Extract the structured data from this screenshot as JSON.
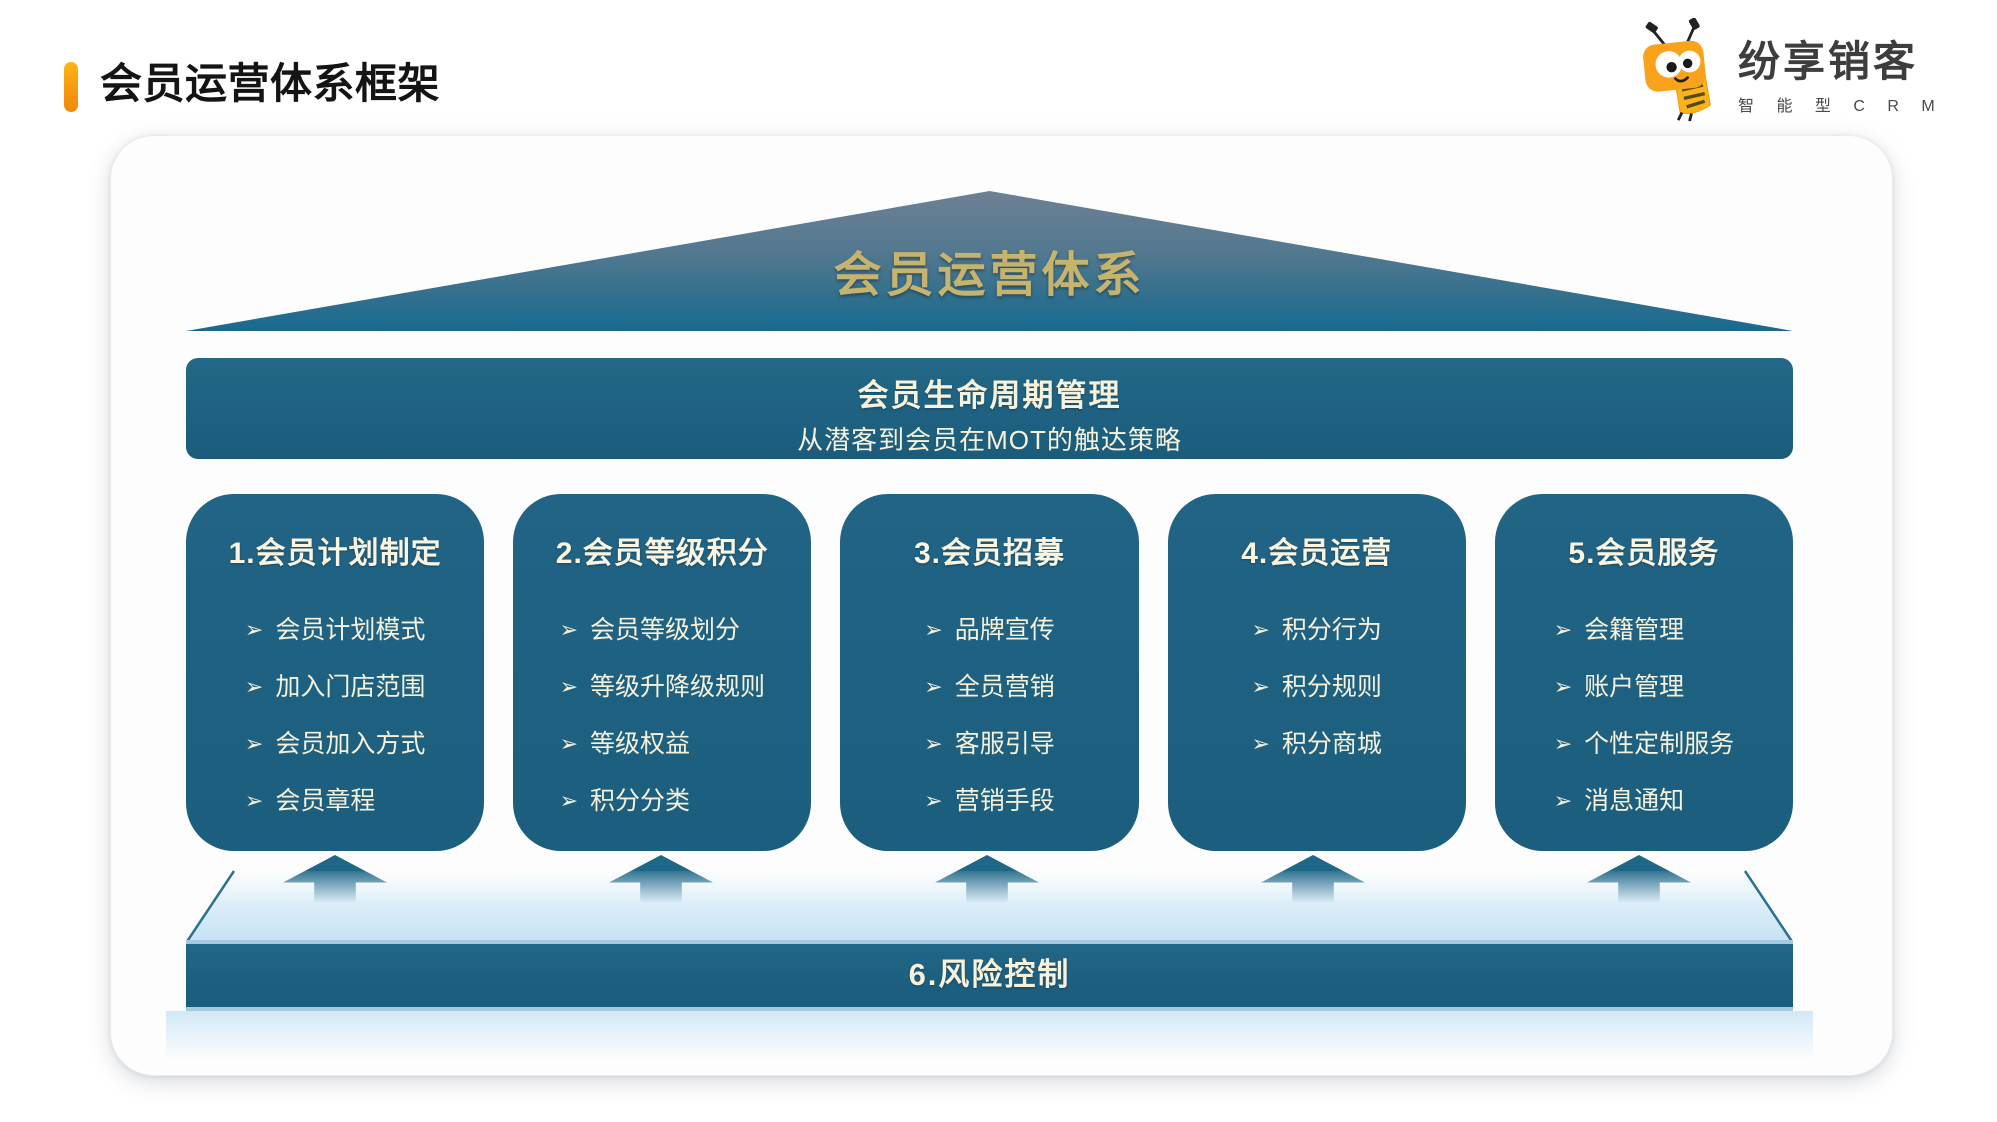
{
  "header": {
    "title": "会员运营体系框架"
  },
  "logo": {
    "brand": "纷享销客",
    "tagline": "智 能 型 C R M"
  },
  "diagram": {
    "roof_label": "会员运营体系",
    "lifecycle": {
      "title": "会员生命周期管理",
      "subtitle": "从潜客到会员在MOT的触达策略"
    },
    "bullet": "➢",
    "pillars": [
      {
        "title": "1.会员计划制定",
        "items": [
          "会员计划模式",
          "加入门店范围",
          "会员加入方式",
          "会员章程"
        ]
      },
      {
        "title": "2.会员等级积分",
        "items": [
          "会员等级划分",
          "等级升降级规则",
          "等级权益",
          "积分分类"
        ]
      },
      {
        "title": "3.会员招募",
        "items": [
          "品牌宣传",
          "全员营销",
          "客服引导",
          "营销手段"
        ]
      },
      {
        "title": "4.会员运营",
        "items": [
          "积分行为",
          "积分规则",
          "积分商城"
        ]
      },
      {
        "title": "5.会员服务",
        "items": [
          "会籍管理",
          "账户管理",
          "个性定制服务",
          "消息通知"
        ]
      }
    ],
    "base_label": "6.风险控制"
  },
  "colors": {
    "accent_orange": "#F9A01B",
    "teal_block": "#1E6080",
    "roof_gradient_top": "#6E8094",
    "roof_gradient_bottom": "#1A6A90",
    "gold_text": "#C5B36E",
    "cream_text": "#F6F1DB",
    "platform_blue": "#C6E2F4",
    "platform_edge": "#2A7191"
  }
}
